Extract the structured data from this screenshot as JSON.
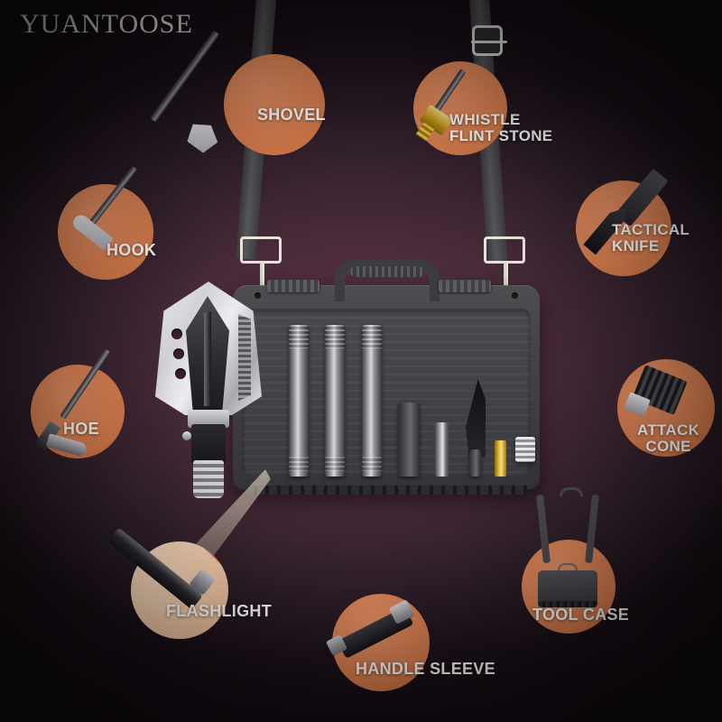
{
  "brand": {
    "name": "YUANTOOSE"
  },
  "theme": {
    "accent": "#d97d4c",
    "label_color": "#ffffff",
    "background_top": "#1a1018",
    "background_center": "#5b3344",
    "case_color": "#44444a",
    "blade_color": "#e6e6ea",
    "brass_color": "#e8c23a"
  },
  "product": {
    "type": "multifunctional survival shovel tool kit",
    "case_label": "hard carry case with handle, latches and shoulder strap"
  },
  "callouts": [
    {
      "id": "shovel",
      "label": "SHOVEL",
      "lines": [
        "SHOVEL"
      ],
      "icon": "shovel-icon"
    },
    {
      "id": "whistle",
      "label": "WHISTLE FLINT STONE",
      "lines": [
        "WHISTLE",
        "FLINT STONE"
      ],
      "icon": "whistle-flint-icon"
    },
    {
      "id": "hook",
      "label": "HOOK",
      "lines": [
        "HOOK"
      ],
      "icon": "hook-icon"
    },
    {
      "id": "tactical",
      "label": "TACTICAL KNIFE",
      "lines": [
        "TACTICAL",
        "KNIFE"
      ],
      "icon": "tactical-knife-icon"
    },
    {
      "id": "hoe",
      "label": "HOE",
      "lines": [
        "HOE"
      ],
      "icon": "hoe-icon"
    },
    {
      "id": "attackcone",
      "label": "ATTACK CONE",
      "lines": [
        "ATTACK",
        "CONE"
      ],
      "icon": "attack-cone-icon"
    },
    {
      "id": "flashlight",
      "label": "FLASHLIGHT",
      "lines": [
        "FLASHLIGHT"
      ],
      "icon": "flashlight-icon"
    },
    {
      "id": "handlesleeve",
      "label": "HANDLE SLEEVE",
      "lines": [
        "HANDLE SLEEVE"
      ],
      "icon": "handle-sleeve-icon"
    },
    {
      "id": "toolcase",
      "label": "TOOL CASE",
      "lines": [
        "TOOL CASE"
      ],
      "icon": "tool-case-icon"
    }
  ]
}
